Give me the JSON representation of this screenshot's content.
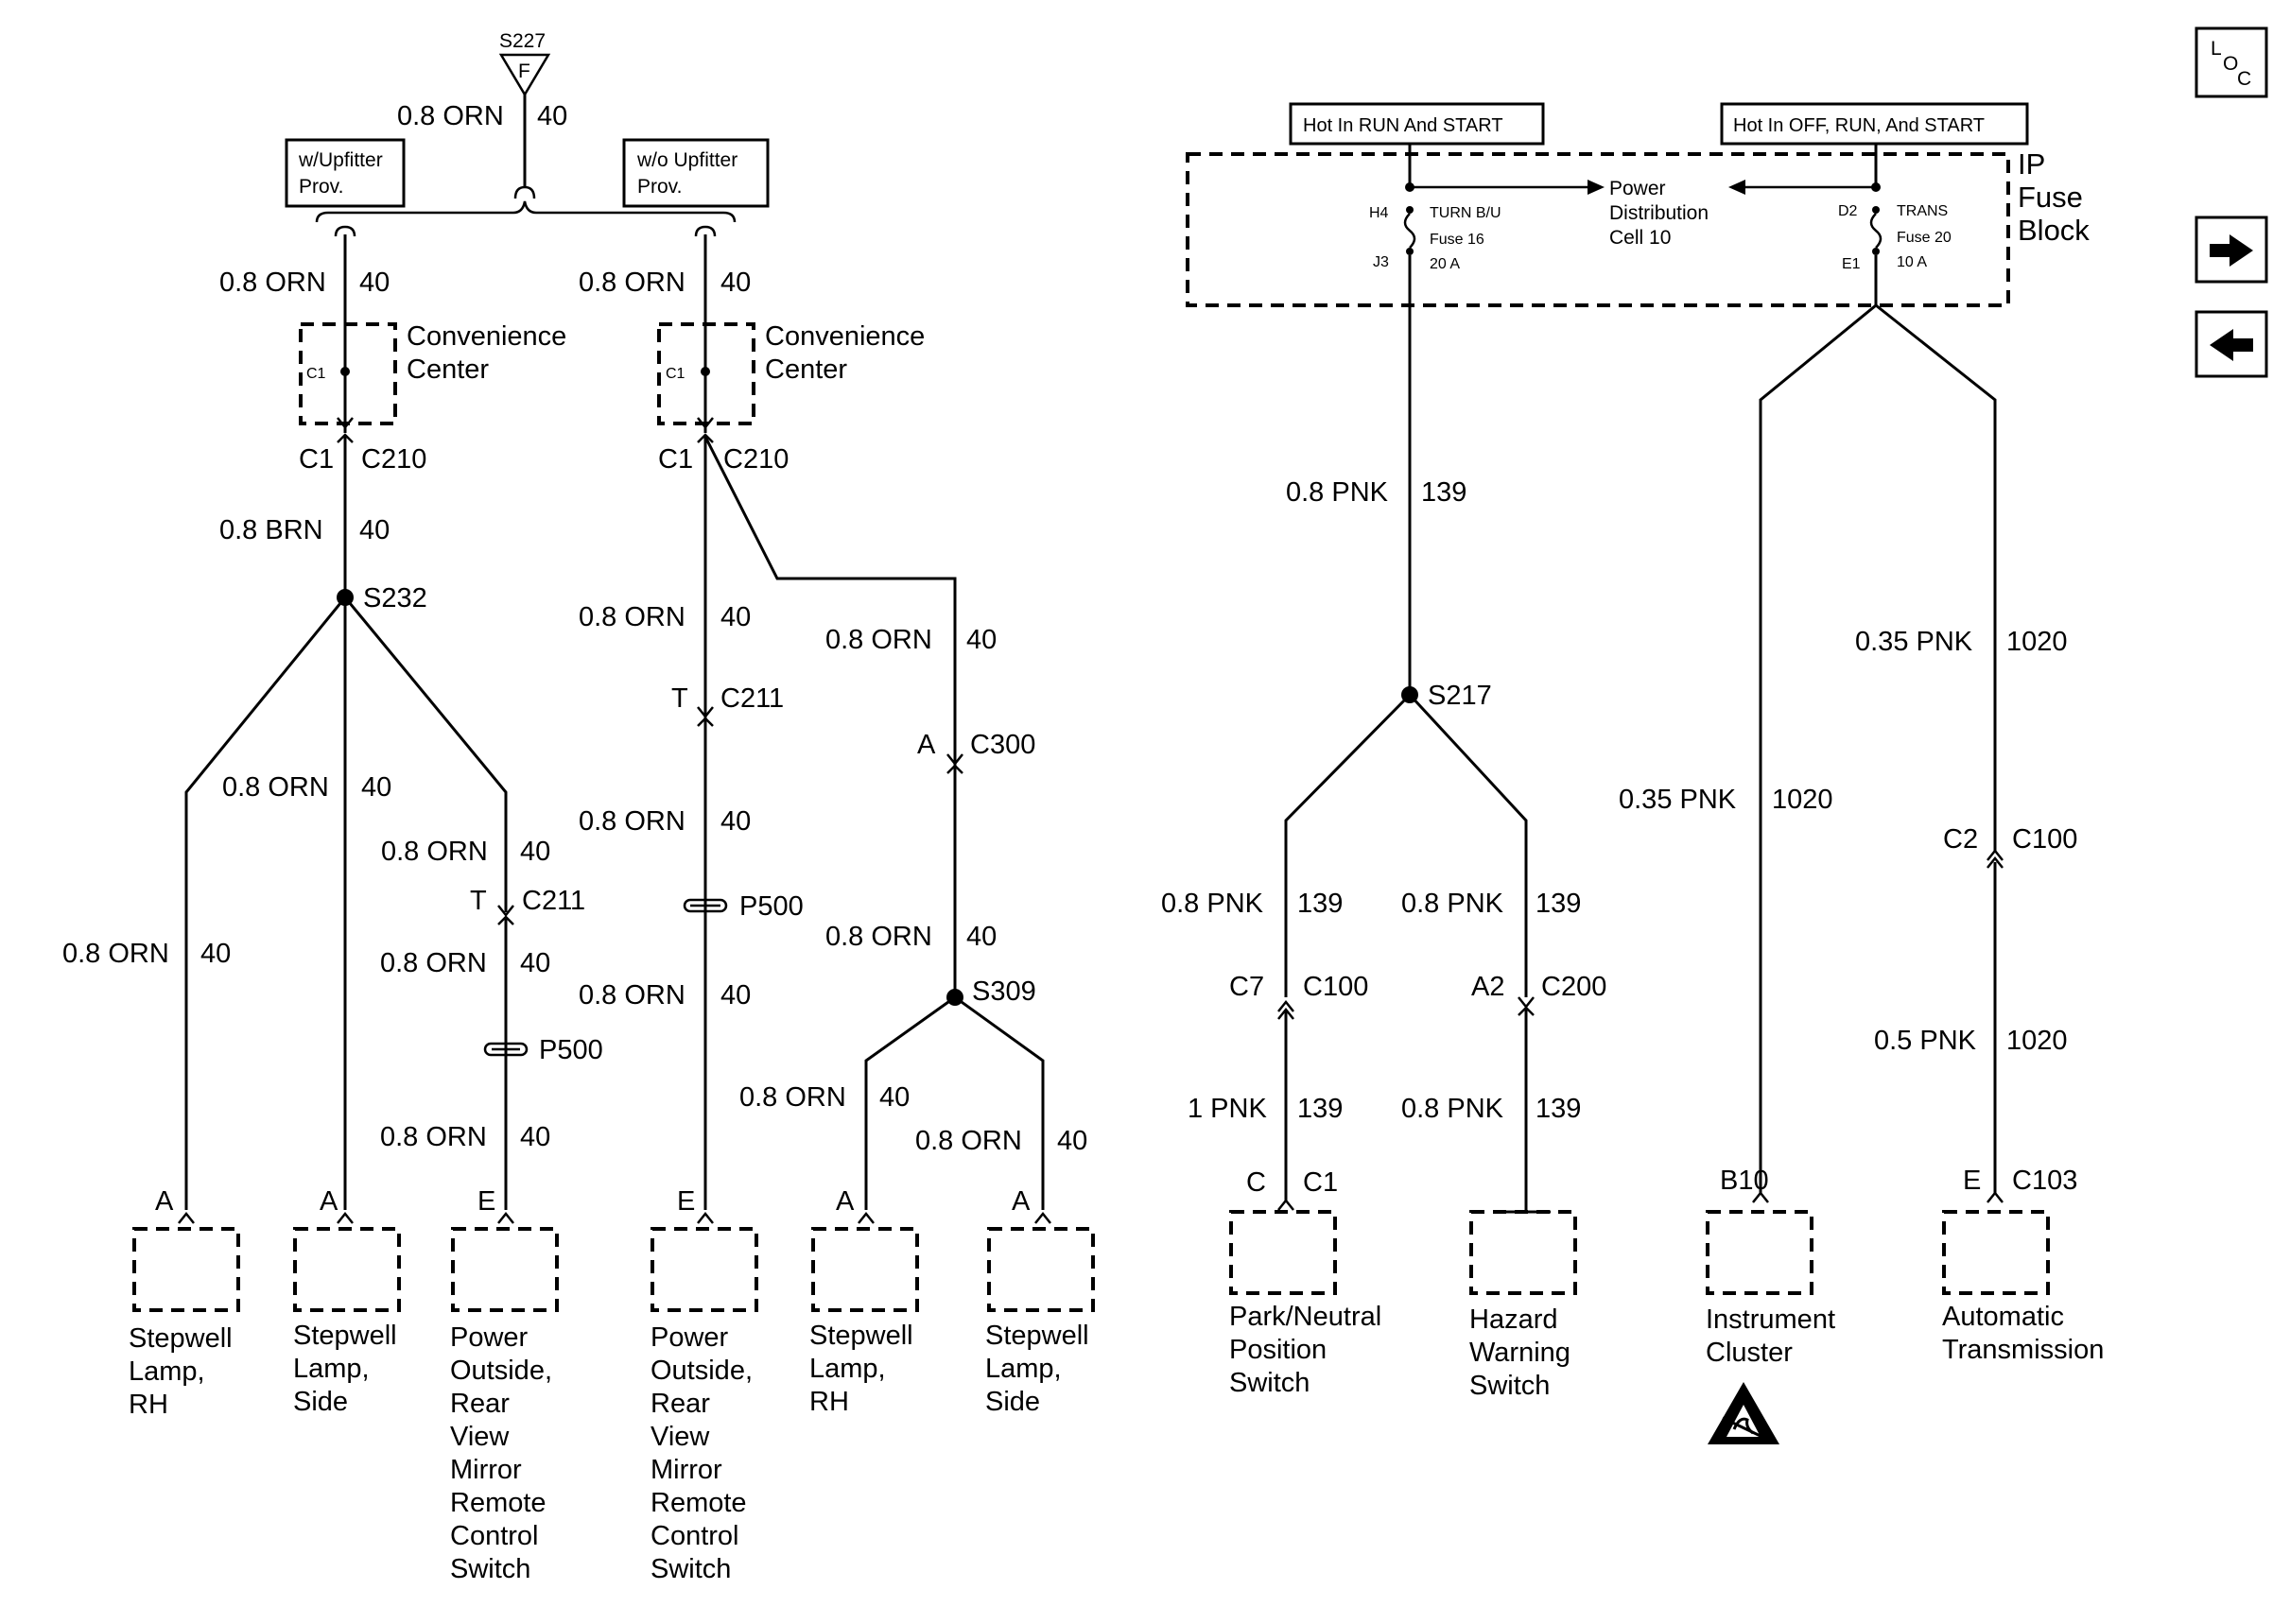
{
  "top_source": {
    "splice": "S227",
    "splice_letter": "F",
    "wire": "0.8 ORN",
    "circuit": "40"
  },
  "option_boxes": {
    "with_upfitter": [
      "w/Upfitter",
      "Prov."
    ],
    "without_upfitter": [
      "w/o Upfitter",
      "Prov."
    ]
  },
  "convenience_center": {
    "label": [
      "Convenience",
      "Center"
    ],
    "terminal": "C1"
  },
  "wires": {
    "orn": "0.8 ORN",
    "brn": "0.8 BRN",
    "pnk": "0.8 PNK",
    "pnk_035": "0.35 PNK",
    "pnk_05": "0.5 PNK",
    "pnk_1": "1 PNK"
  },
  "circuits": {
    "c40": "40",
    "c139": "139",
    "c1020": "1020"
  },
  "connectors": {
    "c1": "C1",
    "c210": "C210",
    "c211": "C211",
    "c300": "C300",
    "c100": "C100",
    "c200": "C200",
    "c103": "C103",
    "c2": "C2",
    "t": "T",
    "a": "A",
    "e": "E",
    "c": "C",
    "c7": "C7",
    "a2": "A2",
    "b10": "B10",
    "p500": "P500"
  },
  "splices": {
    "s232": "S232",
    "s309": "S309",
    "s217": "S217"
  },
  "components": {
    "stepwell_rh": [
      "Stepwell",
      "Lamp,",
      "RH"
    ],
    "stepwell_side": [
      "Stepwell",
      "Lamp,",
      "Side"
    ],
    "mirror_switch": [
      "Power",
      "Outside,",
      "Rear",
      "View",
      "Mirror",
      "Remote",
      "Control",
      "Switch"
    ],
    "park_neutral": [
      "Park/Neutral",
      "Position",
      "Switch"
    ],
    "hazard": [
      "Hazard",
      "Warning",
      "Switch"
    ],
    "instrument_cluster": [
      "Instrument",
      "Cluster"
    ],
    "auto_trans": [
      "Automatic",
      "Transmission"
    ]
  },
  "fuse_block": {
    "hot_run_start": "Hot In RUN And START",
    "hot_off_run_start": "Hot In OFF, RUN, And START",
    "title": [
      "IP",
      "Fuse",
      "Block"
    ],
    "fuse16": {
      "pin_in": "H4",
      "pin_out": "J3",
      "name": "TURN B/U",
      "fuse": "Fuse 16",
      "rating": "20 A"
    },
    "fuse20": {
      "pin_in": "D2",
      "pin_out": "E1",
      "name": "TRANS",
      "fuse": "Fuse 20",
      "rating": "10 A"
    },
    "power_distribution": [
      "Power",
      "Distribution",
      "Cell 10"
    ]
  },
  "nav": {
    "loc": {
      "l": "L",
      "o": "O",
      "c": "C"
    },
    "next_icon": "arrow-right-icon",
    "prev_icon": "arrow-left-icon"
  },
  "esd_icon": "esd-sensitive-icon"
}
